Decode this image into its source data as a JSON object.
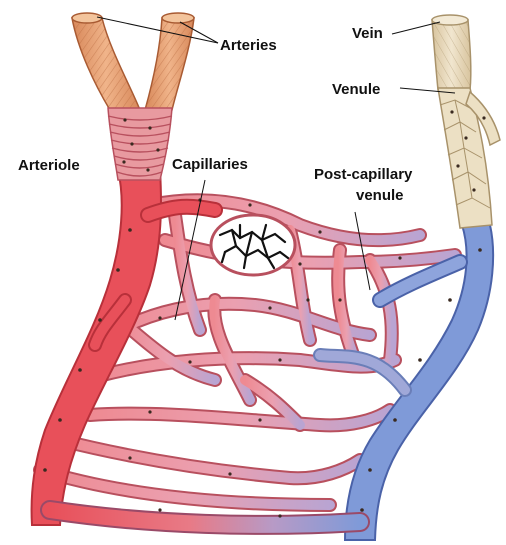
{
  "labels": {
    "arteries": "Arteries",
    "arteriole": "Arteriole",
    "capillaries": "Capillaries",
    "vein": "Vein",
    "venule": "Venule",
    "post_capillary_line1": "Post-capillary",
    "post_capillary_line2": "venule"
  },
  "colors": {
    "background": "#ffffff",
    "artery_tan": "#e8a072",
    "artery_stripe": "#b86a40",
    "arteriole_pink": "#e89aa0",
    "arterial_red": "#e8505a",
    "arterial_edge": "#b8303a",
    "capillary_pink": "#eba0aa",
    "capillary_mauve": "#c89ab8",
    "venous_blue": "#7f9ad8",
    "venous_edge": "#4a62a8",
    "vein_tan": "#e8d8b8",
    "nucleus": "#3a2a20",
    "network_black": "#111111",
    "leader_line": "#111111"
  },
  "icons": [
    "vessel-illustration"
  ]
}
